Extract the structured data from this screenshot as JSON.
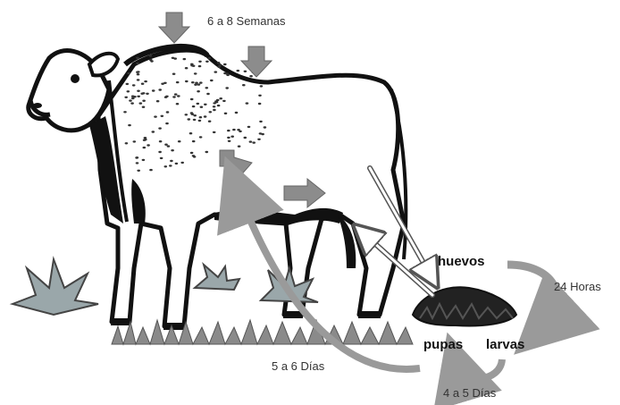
{
  "diagram": {
    "stages": {
      "eggs": "huevos",
      "larvae": "larvas",
      "pupae": "pupas"
    },
    "durations": {
      "on_host": "6 a 8 Semanas",
      "eggs_to_larvae": "24 Horas",
      "larvae_to_pupae": "4 a 5 Días",
      "pupae_to_adult": "5 a 6 Días"
    },
    "colors": {
      "arrow_gray": "#9a9a9a",
      "ink": "#111111",
      "text": "#333333"
    }
  }
}
